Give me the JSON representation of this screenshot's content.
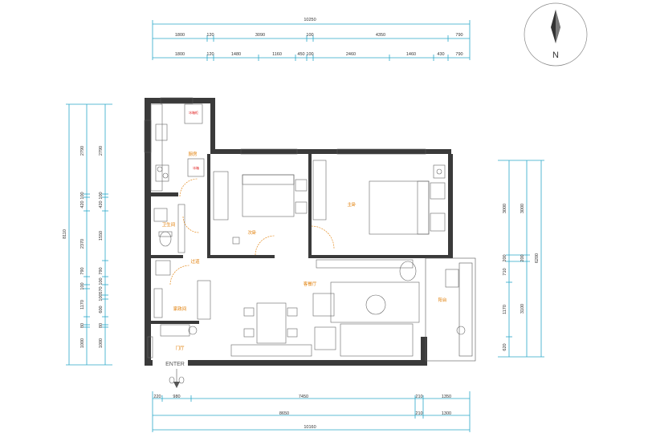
{
  "top_dims": {
    "total": "10250",
    "row1": [
      "1800",
      "120",
      "3090",
      "100",
      "4350",
      "790"
    ],
    "row2": [
      "1800",
      "120",
      "1480",
      "1160",
      "450",
      "100",
      "2460",
      "1460",
      "430",
      "790"
    ]
  },
  "bottom_dims": {
    "row1": [
      "220",
      "980",
      "7450",
      "210",
      "1350"
    ],
    "row2": [
      "8650",
      "210",
      "1300"
    ],
    "total": "10160"
  },
  "left_dims": {
    "total": "8110",
    "outer": [
      "2790",
      "100",
      "420",
      "2370",
      "790",
      "100",
      "1170",
      "80",
      "1000"
    ],
    "inner": [
      "2790",
      "100",
      "420",
      "1550",
      "790",
      "100",
      "570",
      "100",
      "600",
      "80",
      "1000"
    ]
  },
  "right_dims": {
    "total": "6200",
    "outer": [
      "3000",
      "200",
      "710",
      "1170",
      "620"
    ],
    "inner": [
      "3000",
      "200",
      "3100"
    ]
  },
  "rooms": {
    "kitchen": "厨房",
    "bathroom": "卫生间",
    "corridor": "过道",
    "bedroom2": "次卧",
    "master": "主卧",
    "living": "客餐厅",
    "balcony": "阳台",
    "laundry": "家政间",
    "foyer": "门厅"
  },
  "fixtures": {
    "fridge": "冰箱柜",
    "heater": "冰箱"
  },
  "compass": "N",
  "entrance": "ENTER"
}
